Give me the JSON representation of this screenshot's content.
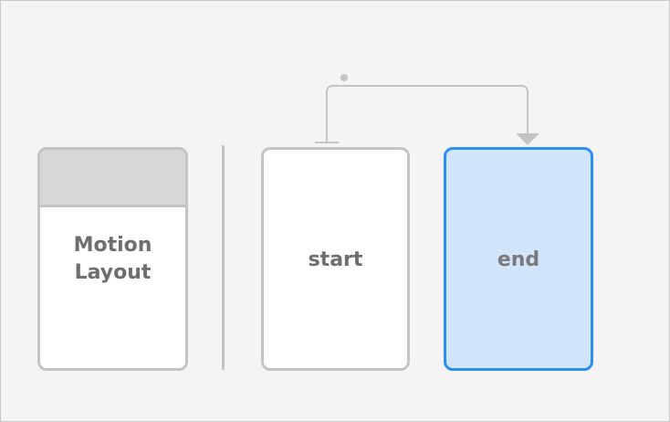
{
  "diagram": {
    "motion_layout": {
      "label": "Motion\nLayout"
    },
    "start": {
      "label": "start"
    },
    "end": {
      "label": "end"
    }
  },
  "colors": {
    "stroke_gray": "#c4c4c4",
    "header_fill": "#d7d7d7",
    "accent_blue": "#2b8ff0",
    "end_fill": "#d2e6fb",
    "text_gray": "#6e6e6e",
    "background": "#f4f4f4"
  }
}
